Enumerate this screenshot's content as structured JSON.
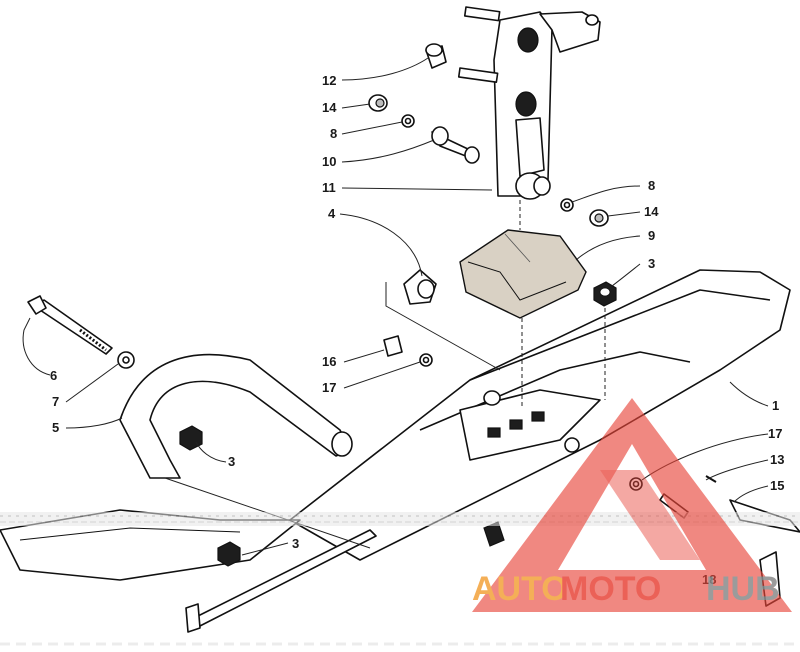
{
  "diagram": {
    "callouts": [
      {
        "id": "c12a",
        "label": "12"
      },
      {
        "id": "c14a",
        "label": "14"
      },
      {
        "id": "c8a",
        "label": "8"
      },
      {
        "id": "c10",
        "label": "10"
      },
      {
        "id": "c11",
        "label": "11"
      },
      {
        "id": "c8b",
        "label": "8"
      },
      {
        "id": "c14b",
        "label": "14"
      },
      {
        "id": "c4",
        "label": "4"
      },
      {
        "id": "c9",
        "label": "9"
      },
      {
        "id": "c3a",
        "label": "3"
      },
      {
        "id": "c6",
        "label": "6"
      },
      {
        "id": "c16",
        "label": "16"
      },
      {
        "id": "c17a",
        "label": "17"
      },
      {
        "id": "c1",
        "label": "1"
      },
      {
        "id": "c7",
        "label": "7"
      },
      {
        "id": "c5",
        "label": "5"
      },
      {
        "id": "c3b",
        "label": "3"
      },
      {
        "id": "c17b",
        "label": "17"
      },
      {
        "id": "c13",
        "label": "13"
      },
      {
        "id": "c15",
        "label": "15"
      },
      {
        "id": "c3c",
        "label": "3"
      },
      {
        "id": "c18",
        "label": "18"
      }
    ]
  },
  "watermark": {
    "brand_part1": "AUTO",
    "brand_part2": "MOTO",
    "brand_part3": "HUB",
    "color_orange": "#f3a23a",
    "color_red": "#e8463a",
    "color_grey": "#8a8a8a"
  }
}
